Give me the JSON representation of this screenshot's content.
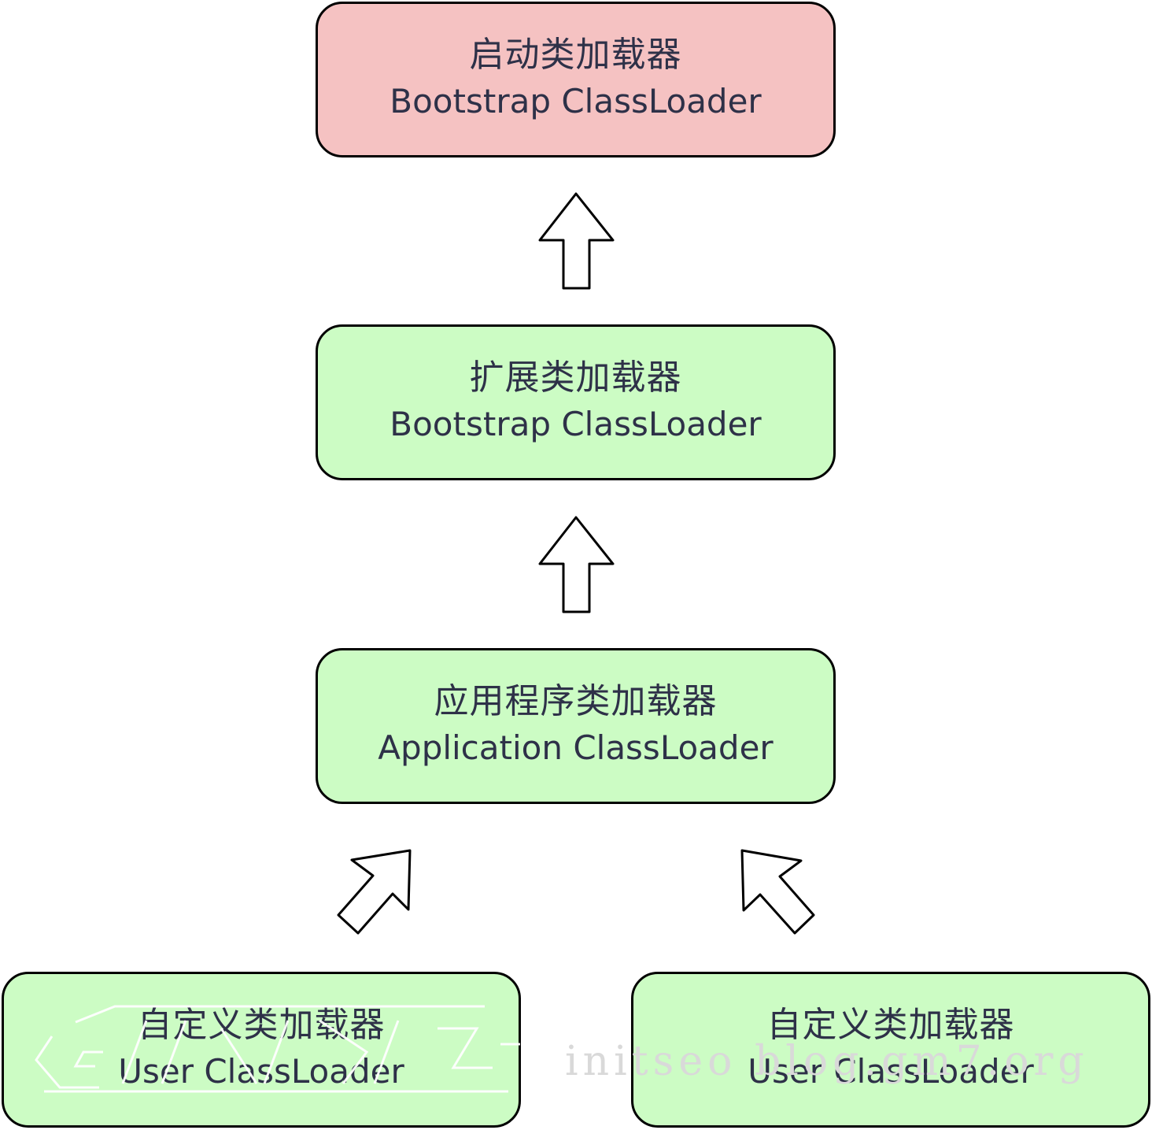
{
  "colors": {
    "bootstrap_fill": "#f5c2c2",
    "loader_fill": "#ccfcc4",
    "border": "#000000",
    "text": "#2e3148",
    "watermark": "#d9d9d9"
  },
  "nodes": [
    {
      "id": "bootstrap",
      "zh": "启动类加载器",
      "en": "Bootstrap ClassLoader"
    },
    {
      "id": "extension",
      "zh": "扩展类加载器",
      "en": "Bootstrap ClassLoader"
    },
    {
      "id": "application",
      "zh": "应用程序类加载器",
      "en": "Application ClassLoader"
    },
    {
      "id": "user1",
      "zh": "自定义类加载器",
      "en": "User ClassLoader"
    },
    {
      "id": "user2",
      "zh": "自定义类加载器",
      "en": "User ClassLoader"
    }
  ],
  "edges": [
    {
      "from": "extension",
      "to": "bootstrap"
    },
    {
      "from": "application",
      "to": "extension"
    },
    {
      "from": "user1",
      "to": "application"
    },
    {
      "from": "user2",
      "to": "application"
    }
  ],
  "watermark": {
    "text": "initseo blog.gm7.org"
  }
}
